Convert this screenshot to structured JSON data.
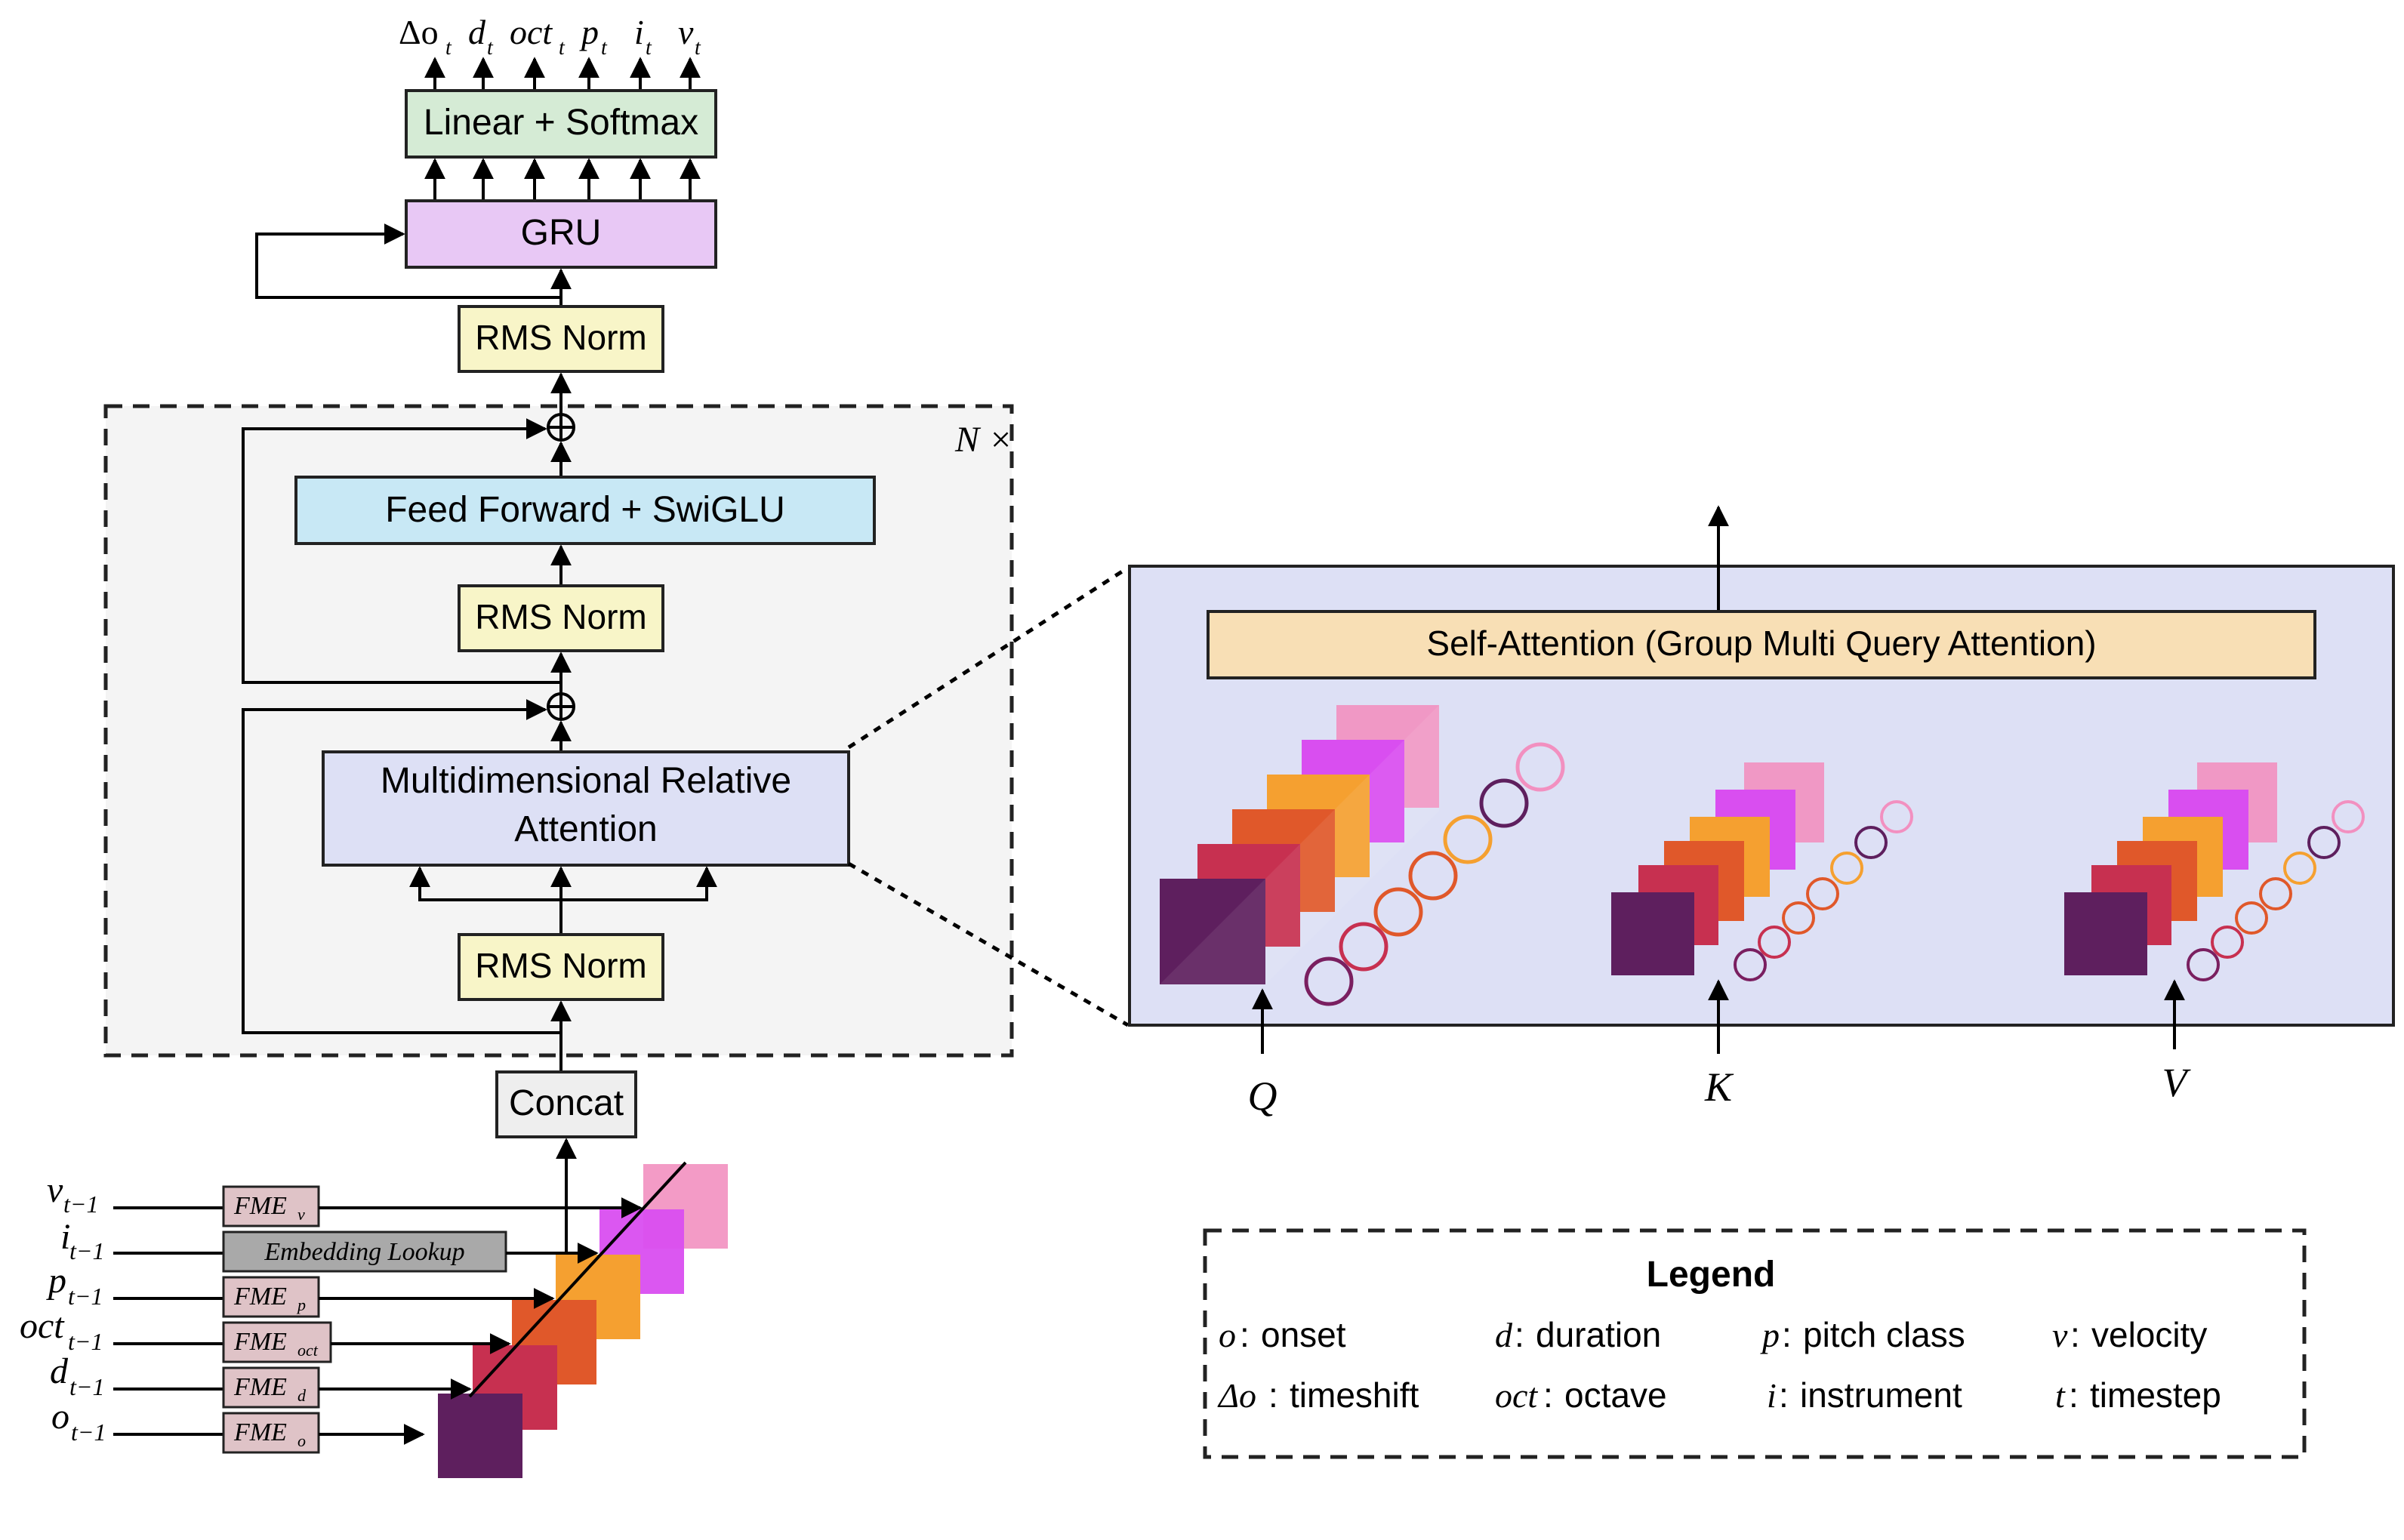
{
  "outputs": {
    "delta_o": "Δo",
    "delta_o_sub": "t",
    "d": "d",
    "d_sub": "t",
    "oct": "oct",
    "oct_sub": "t",
    "p": "p",
    "p_sub": "t",
    "i": "i",
    "i_sub": "t",
    "v": "v",
    "v_sub": "t"
  },
  "blocks": {
    "linear_softmax": "Linear + Softmax",
    "gru": "GRU",
    "rms_norm_top": "RMS Norm",
    "feed_forward": "Feed Forward + SwiGLU",
    "rms_norm_mid": "RMS Norm",
    "mdra_line1": "Multidimensional Relative",
    "mdra_line2": "Attention",
    "rms_norm_bottom": "RMS Norm",
    "concat": "Concat",
    "repeat_label": "N ×"
  },
  "inputs": [
    {
      "var": "v",
      "sub": "t−1",
      "module": "FME",
      "module_sub": "v"
    },
    {
      "var": "i",
      "sub": "t−1",
      "module": "Embedding Lookup",
      "module_sub": ""
    },
    {
      "var": "p",
      "sub": "t−1",
      "module": "FME",
      "module_sub": "p"
    },
    {
      "var": "oct",
      "sub": "t−1",
      "module": "FME",
      "module_sub": "oct"
    },
    {
      "var": "d",
      "sub": "t−1",
      "module": "FME",
      "module_sub": "d"
    },
    {
      "var": "o",
      "sub": "t−1",
      "module": "FME",
      "module_sub": "o"
    }
  ],
  "attention_detail": {
    "title": "Self-Attention (Group Multi Query Attention)",
    "q": "Q",
    "k": "K",
    "v": "V"
  },
  "legend": {
    "title": "Legend",
    "items": [
      {
        "sym": "o",
        "text": "onset"
      },
      {
        "sym": "d",
        "text": "duration"
      },
      {
        "sym": "p",
        "text": "pitch class"
      },
      {
        "sym": "v",
        "text": "velocity"
      },
      {
        "sym": "Δo",
        "text": "timeshift"
      },
      {
        "sym": "oct",
        "text": "octave"
      },
      {
        "sym": "i",
        "text": "instrument"
      },
      {
        "sym": "t",
        "text": "timestep"
      }
    ]
  },
  "colors": {
    "purple_dark": "#5e1f5e",
    "crimson": "#c73050",
    "orange_red": "#e0582a",
    "orange": "#f5a030",
    "magenta": "#d94ef0",
    "pink": "#f290c0",
    "linear_fill": "#d5ebd5",
    "gru_fill": "#e8c8f5",
    "rms_fill": "#f8f5c8",
    "ff_fill": "#c8e8f5",
    "mdra_fill": "#dde0f5",
    "attn_panel": "#dde0f5",
    "attn_title_fill": "#f8dfb5"
  }
}
